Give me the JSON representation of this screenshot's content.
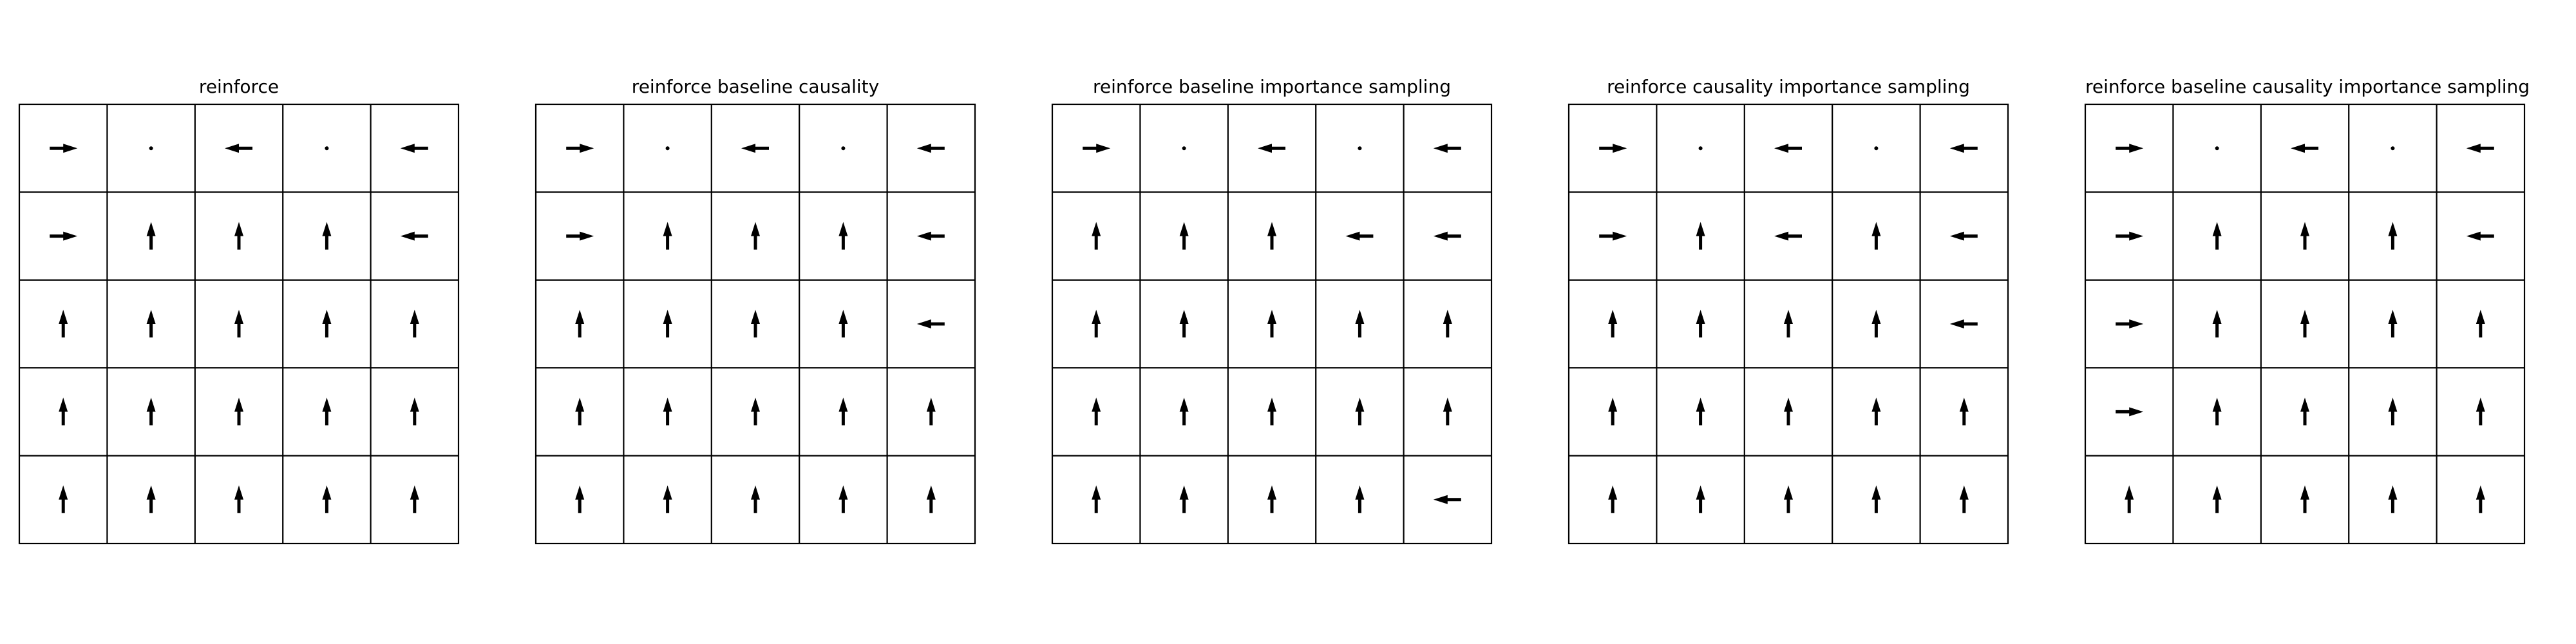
{
  "panels": [
    {
      "title": "reinforce",
      "grid": [
        [
          "right",
          "dot",
          "left",
          "dot",
          "left"
        ],
        [
          "right",
          "up",
          "up",
          "up",
          "left"
        ],
        [
          "up",
          "up",
          "up",
          "up",
          "up"
        ],
        [
          "up",
          "up",
          "up",
          "up",
          "up"
        ],
        [
          "up",
          "up",
          "up",
          "up",
          "up"
        ]
      ]
    },
    {
      "title": "reinforce baseline causality",
      "grid": [
        [
          "right",
          "dot",
          "left",
          "dot",
          "left"
        ],
        [
          "right",
          "up",
          "up",
          "up",
          "left"
        ],
        [
          "up",
          "up",
          "up",
          "up",
          "left"
        ],
        [
          "up",
          "up",
          "up",
          "up",
          "up"
        ],
        [
          "up",
          "up",
          "up",
          "up",
          "up"
        ]
      ]
    },
    {
      "title": "reinforce baseline importance sampling",
      "grid": [
        [
          "right",
          "dot",
          "left",
          "dot",
          "left"
        ],
        [
          "up",
          "up",
          "up",
          "left",
          "left"
        ],
        [
          "up",
          "up",
          "up",
          "up",
          "up"
        ],
        [
          "up",
          "up",
          "up",
          "up",
          "up"
        ],
        [
          "up",
          "up",
          "up",
          "up",
          "left"
        ]
      ]
    },
    {
      "title": "reinforce causality importance sampling",
      "grid": [
        [
          "right",
          "dot",
          "left",
          "dot",
          "left"
        ],
        [
          "right",
          "up",
          "left",
          "up",
          "left"
        ],
        [
          "up",
          "up",
          "up",
          "up",
          "left"
        ],
        [
          "up",
          "up",
          "up",
          "up",
          "up"
        ],
        [
          "up",
          "up",
          "up",
          "up",
          "up"
        ]
      ]
    },
    {
      "title": "reinforce baseline causality importance sampling",
      "grid": [
        [
          "right",
          "dot",
          "left",
          "dot",
          "left"
        ],
        [
          "right",
          "up",
          "up",
          "up",
          "left"
        ],
        [
          "right",
          "up",
          "up",
          "up",
          "up"
        ],
        [
          "right",
          "up",
          "up",
          "up",
          "up"
        ],
        [
          "up",
          "up",
          "up",
          "up",
          "up"
        ]
      ]
    }
  ]
}
